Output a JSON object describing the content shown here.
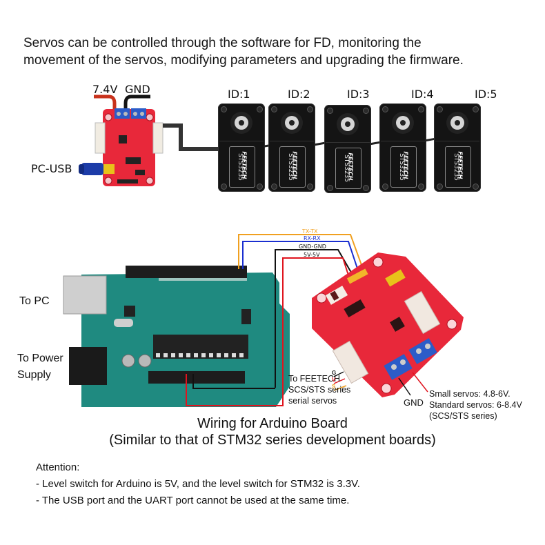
{
  "intro": {
    "line1": "Servos can be controlled through the software for FD, monitoring the",
    "line2": "movement of the servos, modifying parameters and upgrading the firmware."
  },
  "top_diagram": {
    "power_labels": {
      "positive": "7.4V",
      "ground": "GND"
    },
    "usb_label": "PC-USB",
    "servos": [
      {
        "id_label": "ID:1",
        "model": "STS3235",
        "brand": "FEETECH"
      },
      {
        "id_label": "ID:2",
        "model": "STS3235",
        "brand": "FEETECH"
      },
      {
        "id_label": "ID:3",
        "model": "STS3235",
        "brand": "FEETECH"
      },
      {
        "id_label": "ID:4",
        "model": "STS3235",
        "brand": "FEETECH"
      },
      {
        "id_label": "ID:5",
        "model": "STS3235",
        "brand": "FEETECH"
      }
    ]
  },
  "wiring": {
    "connections": [
      {
        "label": "TX-TX",
        "color": "#f0a020"
      },
      {
        "label": "RX-RX",
        "color": "#1a2fd0"
      },
      {
        "label": "GND-GND",
        "color": "#111111"
      },
      {
        "label": "5V-5V",
        "color": "#e0141e"
      }
    ],
    "to_pc": "To PC",
    "to_power_line1": "To Power",
    "to_power_line2": "Supply",
    "servo_port": {
      "line1": "To FEETECH",
      "line2": "SCS/STS series",
      "line3": "serial servos",
      "pins": [
        {
          "pin": "G",
          "color": "#111111"
        },
        {
          "pin": "V",
          "color": "#e0141e"
        },
        {
          "pin": "S",
          "color": "#f0a020"
        }
      ]
    },
    "gnd_label": "GND",
    "power_note": {
      "line1": "Small servos: 4.8-6V.",
      "line2": "Standard servos: 6-8.4V",
      "line3": "(SCS/STS series)"
    }
  },
  "caption": {
    "line1": "Wiring for Arduino Board",
    "line2": "(Similar to that of STM32 series development boards)"
  },
  "attention": {
    "title": "Attention:",
    "items": [
      "- Level switch for Arduino is 5V, and the level switch for STM32 is 3.3V.",
      "- The USB port and the UART port cannot be used at the same time."
    ]
  },
  "colors": {
    "board_red": "#e8283a",
    "arduino_teal": "#1f8a80",
    "terminal_blue": "#2c5cc8",
    "servo_black": "#141414"
  }
}
